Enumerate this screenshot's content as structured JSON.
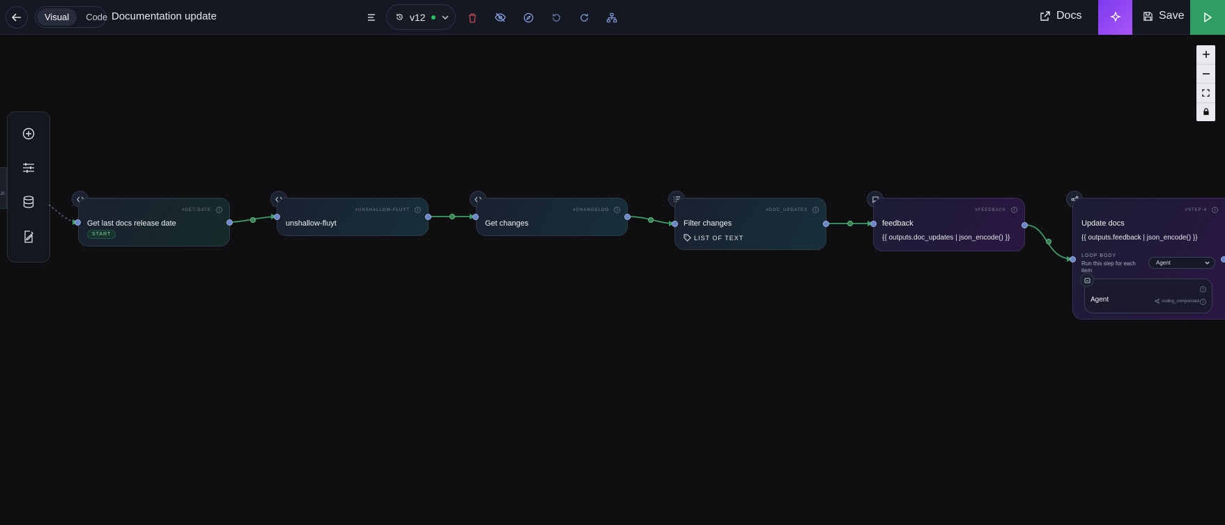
{
  "topbar": {
    "modes": [
      "Visual",
      "Code"
    ],
    "active_mode": "Visual",
    "title": "Documentation update",
    "version": "v12",
    "docs_label": "Docs",
    "save_label": "Save"
  },
  "colors": {
    "accent_green": "#2f9e62",
    "accent_purple": "#a855f7",
    "status_dot": "#22c55e",
    "delete_red": "#e0525a"
  },
  "toolbox": [
    "add-icon",
    "sliders-icon",
    "database-icon",
    "edit-file-icon"
  ],
  "stub_label": "JB",
  "nodes": [
    {
      "icon": "code-icon",
      "id": "#GET-DATE",
      "title": "Get last docs release date",
      "badge": "START"
    },
    {
      "icon": "code-icon",
      "id": "#UNSHALLOW-FLUYT",
      "title": "unshallow-fluyt"
    },
    {
      "icon": "code-icon",
      "id": "#CHANGELOG",
      "title": "Get changes"
    },
    {
      "icon": "list-icon",
      "id": "#DOC_UPDATES",
      "title": "Filter changes",
      "type_tag": "LIST OF TEXT"
    },
    {
      "icon": "chat-icon",
      "id": "#FEEDBACK",
      "title": "feedback",
      "expr": "{{ outputs.doc_updates | json_encode() }}"
    },
    {
      "icon": "share-icon",
      "id": "#STEP-4",
      "title": "Update docs",
      "expr": "{{ outputs.feedback | json_encode() }}",
      "loop_label": "LOOP BODY",
      "loop_desc": "Run this step for each item",
      "loop_select": "Agent",
      "inner": {
        "title": "Agent",
        "tool": "coding_compressed"
      }
    }
  ]
}
